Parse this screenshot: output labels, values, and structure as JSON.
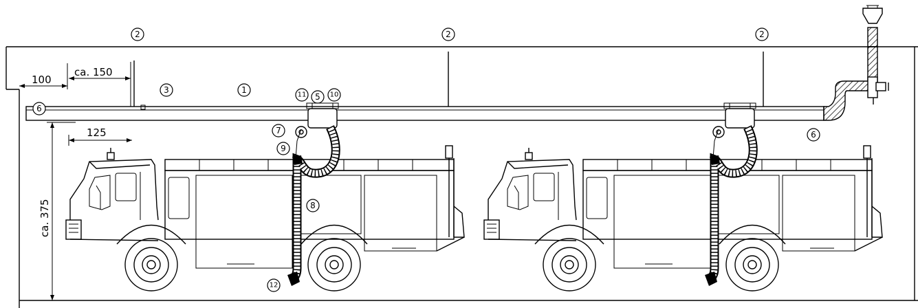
{
  "dimensions": {
    "d100": "100",
    "d150": "ca. 150",
    "d125": "125",
    "d375": "ca. 375"
  },
  "callouts": {
    "c1": "1",
    "c2": "2",
    "c3": "3",
    "c5": "5",
    "c6": "6",
    "c7": "7",
    "c8": "8",
    "c9": "9",
    "c10": "10",
    "c11": "11",
    "c12": "12"
  }
}
